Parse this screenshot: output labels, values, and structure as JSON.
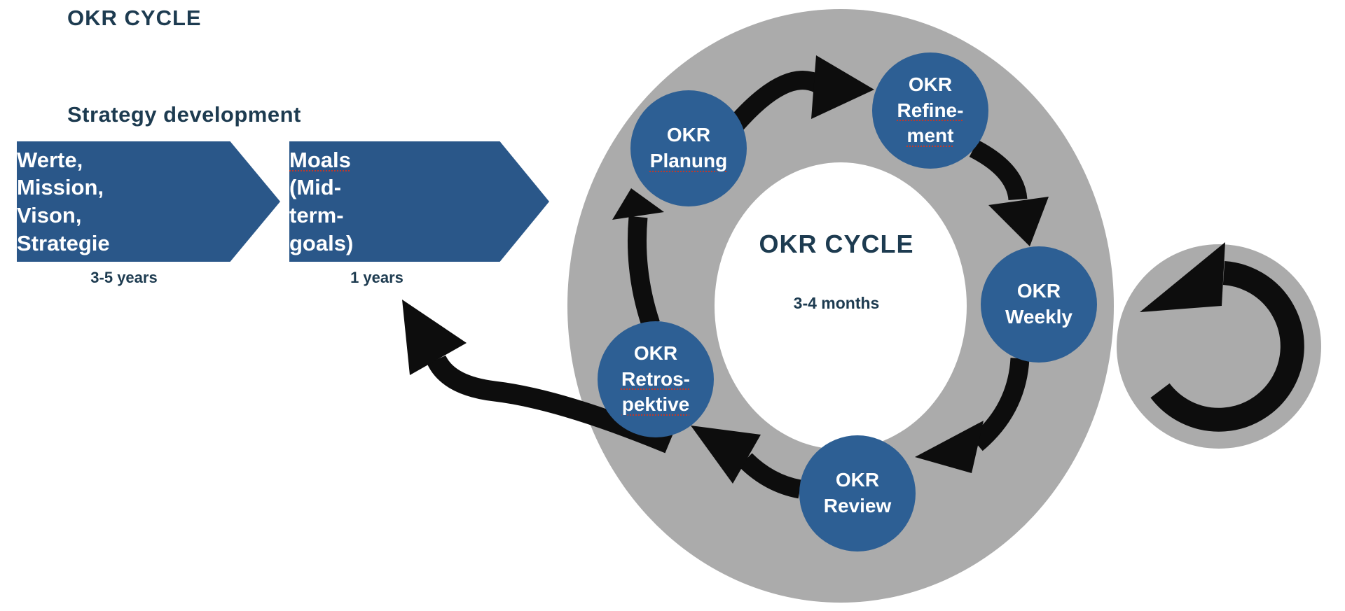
{
  "page": {
    "title": "OKR CYCLE"
  },
  "strategy": {
    "heading": "Strategy development",
    "arrow1": {
      "line1": "Werte, Mission,",
      "line2": "Vison, Strategie",
      "duration": "3-5 years"
    },
    "arrow2": {
      "line1": "Moals",
      "line2": "(Mid-term-goals)",
      "duration": "1 years"
    }
  },
  "cycle": {
    "center_title": "OKR CYCLE",
    "center_subtitle": "3-4 months",
    "nodes": [
      {
        "id": "planung",
        "line1": "OKR",
        "line2": "Planung"
      },
      {
        "id": "refinement",
        "line1": "OKR",
        "line2": "Refine-",
        "line3": "ment"
      },
      {
        "id": "weekly",
        "line1": "OKR",
        "line2": "Weekly"
      },
      {
        "id": "review",
        "line1": "OKR",
        "line2": "Review"
      },
      {
        "id": "retrospektive",
        "line1": "OKR",
        "line2": "Retros-",
        "line3": "pektive"
      }
    ],
    "flow_direction": "clockwise"
  },
  "icons": {
    "repeat_badge": "counterclockwise-loop-arrow",
    "return_arrow": "curved-arrow-to-mid-term-goals"
  },
  "colors": {
    "chevron_blue": "#2a5789",
    "node_blue": "#2d5f94",
    "ring_gray": "#ababab",
    "navy_text": "#1d3b50",
    "arrow_black": "#0d0d0d",
    "squiggle_red": "#c0392b",
    "background": "#ffffff"
  }
}
